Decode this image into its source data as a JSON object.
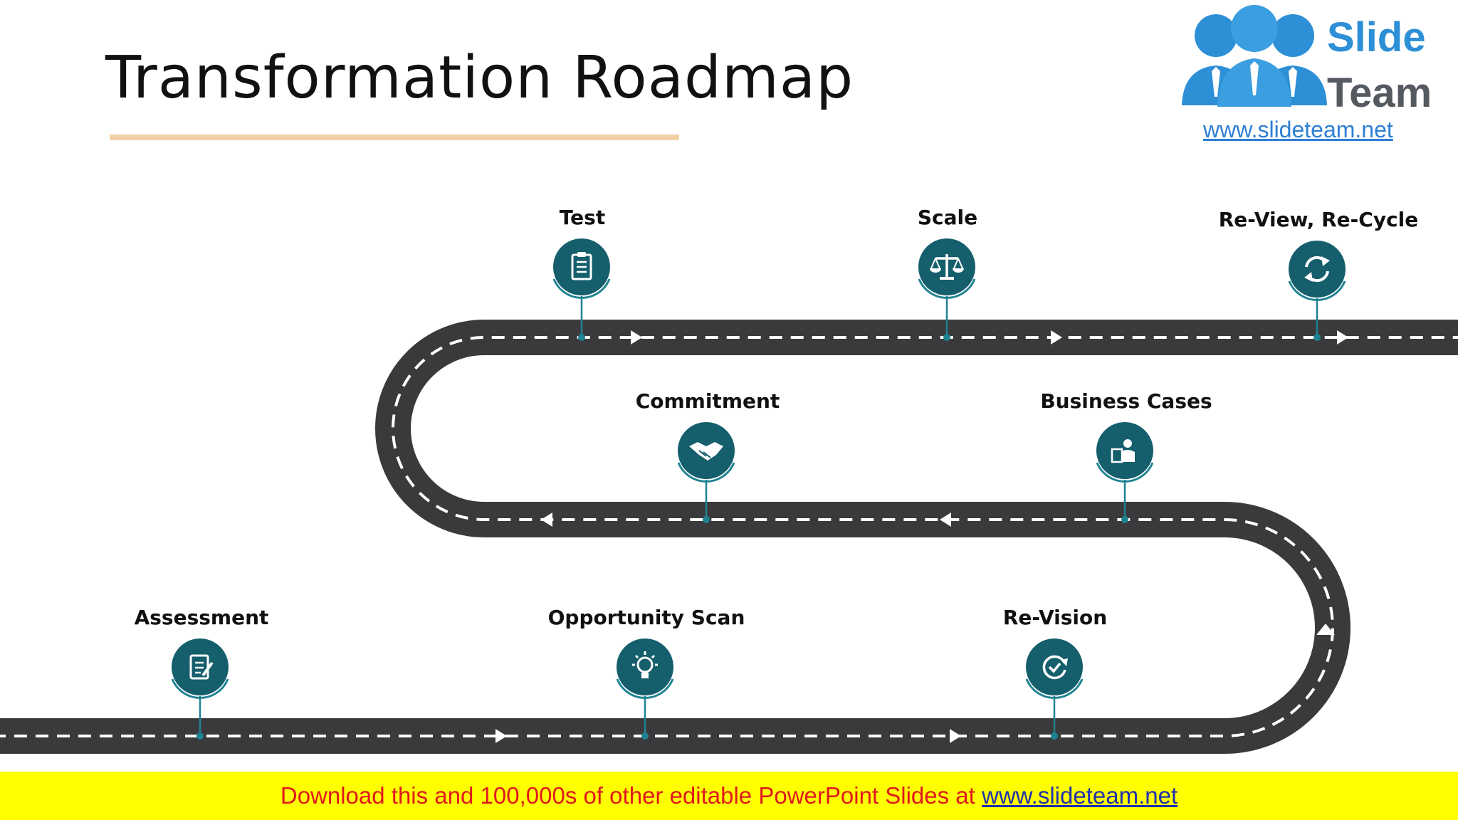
{
  "slide": {
    "title": "Transformation Roadmap"
  },
  "logo": {
    "word1": "Slide",
    "word2": "Team",
    "url": "www.slideteam.net"
  },
  "milestones": [
    {
      "key": "assessment",
      "label": "Assessment",
      "icon": "document-pen-icon"
    },
    {
      "key": "opportunity-scan",
      "label": "Opportunity Scan",
      "icon": "lightbulb-icon"
    },
    {
      "key": "re-vision",
      "label": "Re-Vision",
      "icon": "refresh-check-icon"
    },
    {
      "key": "business-cases",
      "label": "Business Cases",
      "icon": "business-person-icon"
    },
    {
      "key": "commitment",
      "label": "Commitment",
      "icon": "handshake-icon"
    },
    {
      "key": "test",
      "label": "Test",
      "icon": "clipboard-checklist-icon"
    },
    {
      "key": "scale",
      "label": "Scale",
      "icon": "balance-scale-icon"
    },
    {
      "key": "review-recycle",
      "label": "Re-View, Re-Cycle",
      "icon": "recycle-arrows-icon"
    }
  ],
  "banner": {
    "text": "Download this and 100,000s of other editable PowerPoint Slides at ",
    "link": "www.slideteam.net"
  },
  "colors": {
    "road": "#3a3a3c",
    "lane_marking": "#ffffff",
    "icon_circle": "#155e6c",
    "icon_arc": "#1e8291",
    "title_underline": "#f2cfa6",
    "banner_bg": "#ffff00",
    "banner_text": "#e0191e",
    "banner_link": "#1f2fb0",
    "logo_blue": "#2d8fd6"
  }
}
